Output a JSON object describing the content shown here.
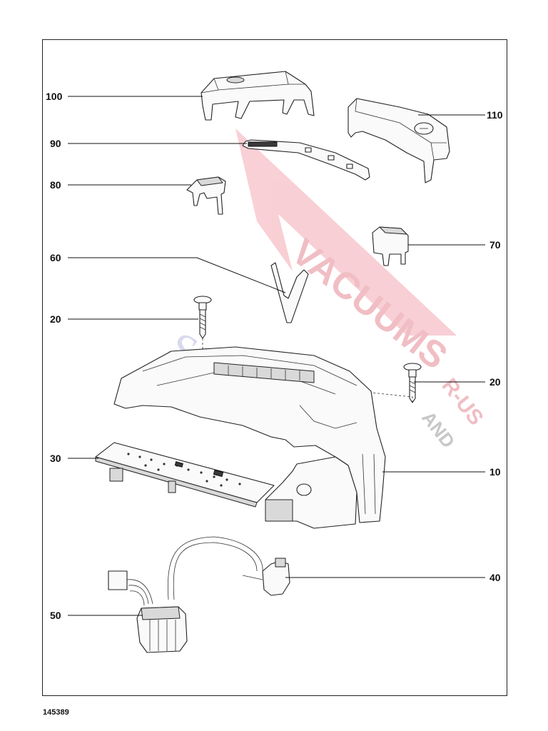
{
  "document": {
    "number": "145389"
  },
  "watermark": {
    "line1": "VACUUMS",
    "line2": "R-US",
    "line3": "AND",
    "line4": "Servicentoo",
    "color_red": "#e0283c",
    "color_blue": "#2a3a9a"
  },
  "callouts": [
    {
      "id": "100",
      "name": "top-cover"
    },
    {
      "id": "110",
      "name": "rear-cover"
    },
    {
      "id": "90",
      "name": "membrane-keypad"
    },
    {
      "id": "80",
      "name": "button-bracket"
    },
    {
      "id": "70",
      "name": "push-button"
    },
    {
      "id": "60",
      "name": "v-spring"
    },
    {
      "id": "20",
      "name": "screw-left"
    },
    {
      "id": "20",
      "name": "screw-right"
    },
    {
      "id": "30",
      "name": "circuit-board"
    },
    {
      "id": "10",
      "name": "handle-housing"
    },
    {
      "id": "40",
      "name": "micro-switch"
    },
    {
      "id": "50",
      "name": "connector-harness"
    }
  ]
}
